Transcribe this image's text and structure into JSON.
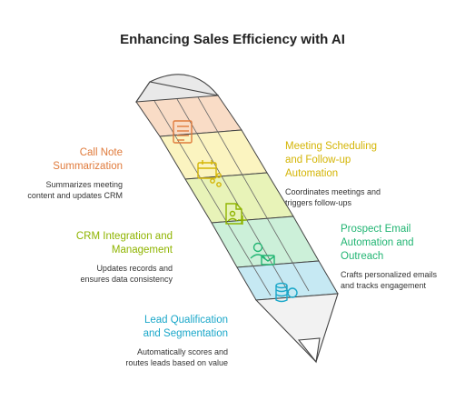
{
  "title": "Enhancing Sales Efficiency with AI",
  "stages": [
    {
      "heading": [
        "Call Note",
        "Summarization"
      ],
      "description": [
        "Summarizes meeting",
        "content and updates CRM"
      ],
      "color": "#e07b3c",
      "icon": "document-list-icon"
    },
    {
      "heading": [
        "Meeting Scheduling",
        "and Follow-up",
        "Automation"
      ],
      "description": [
        "Coordinates meetings and",
        "triggers follow-ups"
      ],
      "color": "#d4b506",
      "icon": "calendar-share-icon"
    },
    {
      "heading": [
        "CRM Integration and",
        "Management"
      ],
      "description": [
        "Updates records and",
        "ensures data consistency"
      ],
      "color": "#8fb400",
      "icon": "file-add-icon"
    },
    {
      "heading": [
        "Prospect Email",
        "Automation and",
        "Outreach"
      ],
      "description": [
        "Crafts personalized emails",
        "and tracks engagement"
      ],
      "color": "#22b573",
      "icon": "user-mail-icon"
    },
    {
      "heading": [
        "Lead Qualification",
        "and Segmentation"
      ],
      "description": [
        "Automatically scores and",
        "routes leads based on value"
      ],
      "color": "#1aa7c9",
      "icon": "database-stack-icon"
    }
  ]
}
